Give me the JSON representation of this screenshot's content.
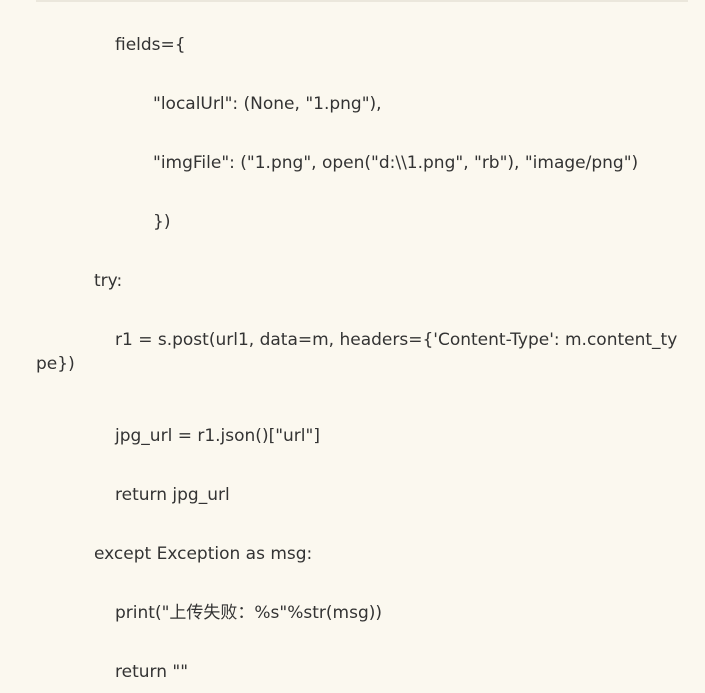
{
  "document": {
    "lines": [
      "fields={",
      "\"localUrl\": (None, \"1.png\"),",
      "\"imgFile\": (\"1.png\", open(\"d:\\\\1.png\", \"rb\"), \"image/png\")",
      "})",
      "try:",
      "r1 = s.post(url1, data=m, headers={'Content-Type': m.content_type})",
      "jpg_url = r1.json()[\"url\"]",
      "return jpg_url",
      "except Exception as msg:",
      "print(\"上传失败：%s\"%str(msg))",
      "return \"\""
    ]
  }
}
